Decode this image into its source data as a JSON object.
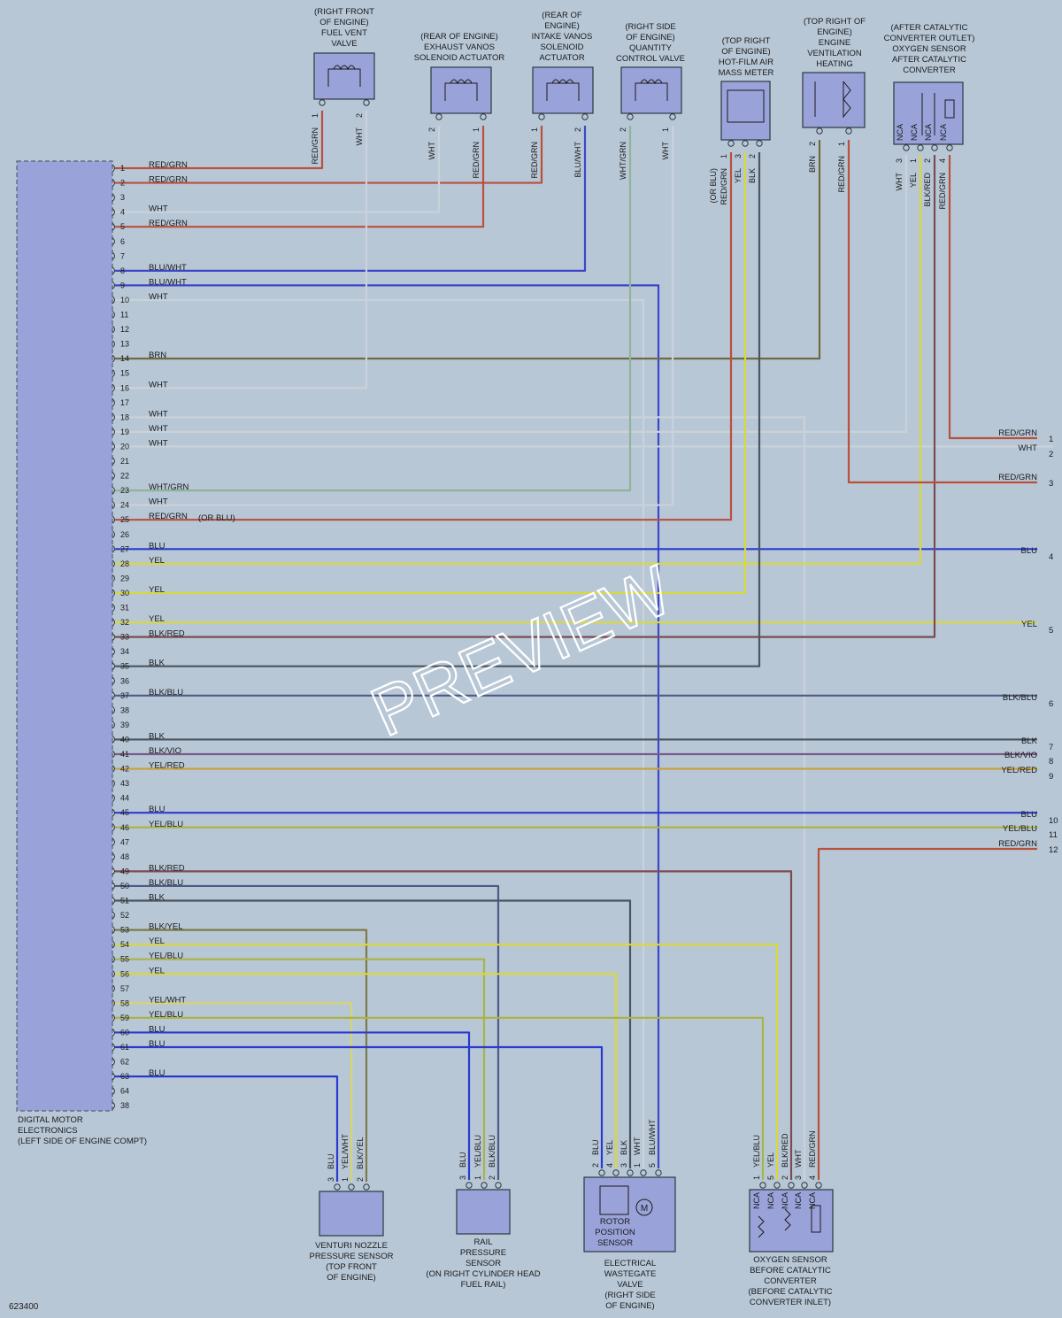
{
  "diagram_id": "623400",
  "watermark": "PREVIEW",
  "colors": {
    "RED/GRN": "#b9503c",
    "WHT": "#c9d2db",
    "BLU/WHT": "#3c46c8",
    "BRN": "#6f6a43",
    "WHT/GRN": "#8fb498",
    "BLU": "#2a3ad0",
    "YEL": "#d9d83a",
    "BLK/RED": "#7a4c52",
    "BLK": "#4a5560",
    "BLK/BLU": "#4f5a86",
    "BLK/VIO": "#7b5a88",
    "YEL/RED": "#c9a03c",
    "YEL/BLU": "#a9b446",
    "BLK/YEL": "#7c7a48",
    "YEL/WHT": "#d6d56a",
    "NONE": "#8a95a3"
  },
  "ecu": {
    "label_lines": [
      "DIGITAL MOTOR",
      "ELECTRONICS",
      "(LEFT SIDE OF ENGINE COMPT)"
    ],
    "pins": [
      {
        "n": "1",
        "wire": "RED/GRN"
      },
      {
        "n": "2",
        "wire": "RED/GRN"
      },
      {
        "n": "3",
        "wire": ""
      },
      {
        "n": "4",
        "wire": "WHT"
      },
      {
        "n": "5",
        "wire": "RED/GRN"
      },
      {
        "n": "6",
        "wire": ""
      },
      {
        "n": "7",
        "wire": ""
      },
      {
        "n": "8",
        "wire": "BLU/WHT"
      },
      {
        "n": "9",
        "wire": "BLU/WHT"
      },
      {
        "n": "10",
        "wire": "WHT"
      },
      {
        "n": "11",
        "wire": ""
      },
      {
        "n": "12",
        "wire": ""
      },
      {
        "n": "13",
        "wire": ""
      },
      {
        "n": "14",
        "wire": "BRN"
      },
      {
        "n": "15",
        "wire": ""
      },
      {
        "n": "16",
        "wire": "WHT"
      },
      {
        "n": "17",
        "wire": ""
      },
      {
        "n": "18",
        "wire": "WHT"
      },
      {
        "n": "19",
        "wire": "WHT"
      },
      {
        "n": "20",
        "wire": "WHT"
      },
      {
        "n": "21",
        "wire": ""
      },
      {
        "n": "22",
        "wire": ""
      },
      {
        "n": "23",
        "wire": "WHT/GRN"
      },
      {
        "n": "24",
        "wire": "WHT"
      },
      {
        "n": "25",
        "wire": "RED/GRN",
        "note": "(OR BLU)"
      },
      {
        "n": "26",
        "wire": ""
      },
      {
        "n": "27",
        "wire": "BLU"
      },
      {
        "n": "28",
        "wire": "YEL"
      },
      {
        "n": "29",
        "wire": ""
      },
      {
        "n": "30",
        "wire": "YEL"
      },
      {
        "n": "31",
        "wire": ""
      },
      {
        "n": "32",
        "wire": "YEL"
      },
      {
        "n": "33",
        "wire": "BLK/RED"
      },
      {
        "n": "34",
        "wire": ""
      },
      {
        "n": "35",
        "wire": "BLK"
      },
      {
        "n": "36",
        "wire": ""
      },
      {
        "n": "37",
        "wire": "BLK/BLU"
      },
      {
        "n": "38",
        "wire": ""
      },
      {
        "n": "39",
        "wire": ""
      },
      {
        "n": "40",
        "wire": "BLK"
      },
      {
        "n": "41",
        "wire": "BLK/VIO"
      },
      {
        "n": "42",
        "wire": "YEL/RED"
      },
      {
        "n": "43",
        "wire": ""
      },
      {
        "n": "44",
        "wire": ""
      },
      {
        "n": "45",
        "wire": "BLU"
      },
      {
        "n": "46",
        "wire": "YEL/BLU"
      },
      {
        "n": "47",
        "wire": ""
      },
      {
        "n": "48",
        "wire": ""
      },
      {
        "n": "49",
        "wire": "BLK/RED"
      },
      {
        "n": "50",
        "wire": "BLK/BLU"
      },
      {
        "n": "51",
        "wire": "BLK"
      },
      {
        "n": "52",
        "wire": ""
      },
      {
        "n": "53",
        "wire": "BLK/YEL"
      },
      {
        "n": "54",
        "wire": "YEL"
      },
      {
        "n": "55",
        "wire": "YEL/BLU"
      },
      {
        "n": "56",
        "wire": "YEL"
      },
      {
        "n": "57",
        "wire": ""
      },
      {
        "n": "58",
        "wire": "YEL/WHT"
      },
      {
        "n": "59",
        "wire": "YEL/BLU"
      },
      {
        "n": "60",
        "wire": "BLU"
      },
      {
        "n": "61",
        "wire": "BLU"
      },
      {
        "n": "62",
        "wire": ""
      },
      {
        "n": "63",
        "wire": "BLU"
      },
      {
        "n": "64",
        "wire": ""
      },
      {
        "n": "38",
        "wire": ""
      }
    ]
  },
  "top_components": [
    {
      "id": "fuel-vent-valve",
      "label_lines": [
        "(RIGHT FRONT",
        "OF ENGINE)",
        "FUEL VENT",
        "VALVE"
      ],
      "pins": [
        {
          "n": "1",
          "wire": "RED/GRN"
        },
        {
          "n": "2",
          "wire": "WHT"
        }
      ]
    },
    {
      "id": "exhaust-vanos",
      "label_lines": [
        "(REAR OF ENGINE)",
        "EXHAUST VANOS",
        "SOLENOID ACTUATOR"
      ],
      "pins": [
        {
          "n": "2",
          "wire": "WHT"
        },
        {
          "n": "1",
          "wire": "RED/GRN"
        }
      ]
    },
    {
      "id": "intake-vanos",
      "label_lines": [
        "(REAR OF",
        "ENGINE)",
        "INTAKE VANOS",
        "SOLENOID",
        "ACTUATOR"
      ],
      "pins": [
        {
          "n": "1",
          "wire": "RED/GRN"
        },
        {
          "n": "2",
          "wire": "BLU/WHT"
        }
      ]
    },
    {
      "id": "quantity-control-valve",
      "label_lines": [
        "(RIGHT SIDE",
        "OF ENGINE)",
        "QUANTITY",
        "CONTROL VALVE"
      ],
      "pins": [
        {
          "n": "2",
          "wire": "WHT/GRN"
        },
        {
          "n": "1",
          "wire": "WHT"
        }
      ]
    },
    {
      "id": "hot-film-air-mass-meter",
      "label_lines": [
        "(TOP RIGHT",
        "OF ENGINE)",
        "HOT-FILM AIR",
        "MASS METER"
      ],
      "pins": [
        {
          "n": "1",
          "wire": "RED/GRN",
          "note": "(OR BLU)"
        },
        {
          "n": "3",
          "wire": "YEL"
        },
        {
          "n": "2",
          "wire": "BLK"
        }
      ]
    },
    {
      "id": "engine-ventilation-heating",
      "label_lines": [
        "(TOP RIGHT OF",
        "ENGINE)",
        "ENGINE",
        "VENTILATION",
        "HEATING"
      ],
      "pins": [
        {
          "n": "2",
          "wire": "BRN"
        },
        {
          "n": "1",
          "wire": "RED/GRN"
        }
      ]
    },
    {
      "id": "oxygen-sensor-after",
      "label_lines": [
        "(AFTER CATALYTIC",
        "CONVERTER OUTLET)",
        "OXYGEN SENSOR",
        "AFTER CATALYTIC",
        "CONVERTER"
      ],
      "pins": [
        {
          "n": "3",
          "wire": "WHT"
        },
        {
          "n": "1",
          "wire": "YEL"
        },
        {
          "n": "2",
          "wire": "BLK/RED"
        },
        {
          "n": "4",
          "wire": "RED/GRN"
        }
      ],
      "nca": [
        "NCA",
        "NCA",
        "NCA",
        "NCA"
      ]
    }
  ],
  "bottom_components": [
    {
      "id": "venturi-nozzle-sensor",
      "label_lines": [
        "VENTURI NOZZLE",
        "PRESSURE SENSOR",
        "(TOP FRONT",
        "OF ENGINE)"
      ],
      "pins": [
        {
          "n": "3",
          "wire": "BLU"
        },
        {
          "n": "1",
          "wire": "YEL/WHT"
        },
        {
          "n": "2",
          "wire": "BLK/YEL"
        }
      ]
    },
    {
      "id": "rail-pressure-sensor",
      "label_lines": [
        "RAIL",
        "PRESSURE",
        "SENSOR",
        "(ON RIGHT CYLINDER HEAD",
        "FUEL RAIL)"
      ],
      "pins": [
        {
          "n": "3",
          "wire": "BLU"
        },
        {
          "n": "1",
          "wire": "YEL/BLU"
        },
        {
          "n": "2",
          "wire": "BLK/BLU"
        }
      ]
    },
    {
      "id": "electrical-wastegate-valve",
      "label_lines": [
        "ELECTRICAL",
        "WASTEGATE",
        "VALVE",
        "(RIGHT SIDE",
        "OF ENGINE)"
      ],
      "inner_label_lines": [
        "ROTOR",
        "POSITION",
        "SENSOR"
      ],
      "motor_symbol": "M",
      "pins": [
        {
          "n": "2",
          "wire": "BLU"
        },
        {
          "n": "4",
          "wire": "YEL"
        },
        {
          "n": "3",
          "wire": "BLK"
        },
        {
          "n": "1",
          "wire": "WHT"
        },
        {
          "n": "5",
          "wire": "BLU/WHT"
        }
      ]
    },
    {
      "id": "oxygen-sensor-before",
      "label_lines": [
        "OXYGEN SENSOR",
        "BEFORE CATALYTIC",
        "CONVERTER",
        "(BEFORE CATALYTIC",
        "CONVERTER INLET)"
      ],
      "pins": [
        {
          "n": "1",
          "wire": "YEL/BLU"
        },
        {
          "n": "5",
          "wire": "YEL"
        },
        {
          "n": "2",
          "wire": "BLK/RED"
        },
        {
          "n": "3",
          "wire": "WHT"
        },
        {
          "n": "4",
          "wire": "RED/GRN"
        }
      ],
      "nca": [
        "NCA",
        "NCA",
        "NCA",
        "NCA",
        "NCA"
      ]
    }
  ],
  "right_outputs": [
    {
      "n": "1",
      "wire": "RED/GRN"
    },
    {
      "n": "2",
      "wire": "WHT"
    },
    {
      "n": "3",
      "wire": "RED/GRN"
    },
    {
      "n": "4",
      "wire": "BLU"
    },
    {
      "n": "5",
      "wire": "YEL"
    },
    {
      "n": "6",
      "wire": "BLK/BLU"
    },
    {
      "n": "7",
      "wire": "BLK"
    },
    {
      "n": "8",
      "wire": "BLK/VIO"
    },
    {
      "n": "9",
      "wire": "YEL/RED"
    },
    {
      "n": "10",
      "wire": "BLU"
    },
    {
      "n": "11",
      "wire": "YEL/BLU"
    },
    {
      "n": "12",
      "wire": "RED/GRN"
    }
  ]
}
